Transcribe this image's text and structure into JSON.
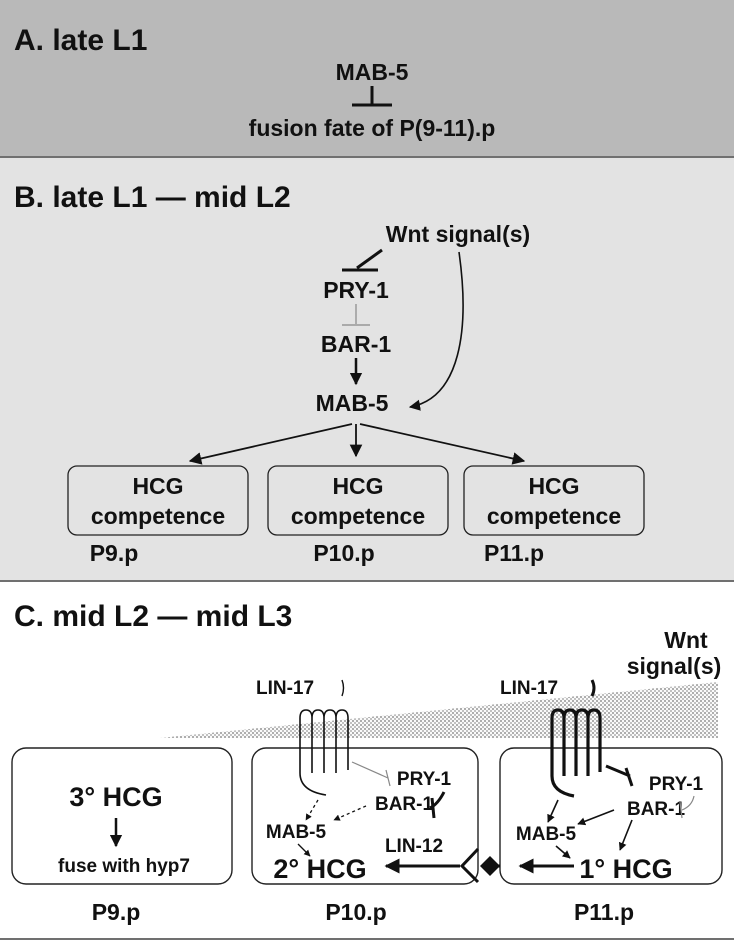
{
  "panel_a": {
    "title": "A. late L1",
    "regulator": "MAB-5",
    "target": "fusion fate of P(9-11).p"
  },
  "panel_b": {
    "title": "B. late L1 — mid L2",
    "signal": "Wnt signal(s)",
    "pry1": "PRY-1",
    "bar1": "BAR-1",
    "mab5": "MAB-5",
    "boxes": [
      {
        "line1": "HCG",
        "line2": "competence",
        "cell": "P9.p"
      },
      {
        "line1": "HCG",
        "line2": "competence",
        "cell": "P10.p"
      },
      {
        "line1": "HCG",
        "line2": "competence",
        "cell": "P11.p"
      }
    ]
  },
  "panel_c": {
    "title": "C. mid L2 — mid L3",
    "signal_line1": "Wnt",
    "signal_line2": "signal(s)",
    "p9": {
      "fate": "3° HCG",
      "outcome": "fuse with hyp7",
      "cell": "P9.p"
    },
    "p10": {
      "receptor": "LIN-17",
      "pry1": "PRY-1",
      "bar1": "BAR-1",
      "mab5": "MAB-5",
      "fate": "2° HCG",
      "lin12": "LIN-12",
      "cell": "P10.p"
    },
    "p11": {
      "receptor": "LIN-17",
      "pry1": "PRY-1",
      "bar1": "BAR-1",
      "mab5": "MAB-5",
      "fate": "1° HCG",
      "cell": "P11.p"
    }
  }
}
